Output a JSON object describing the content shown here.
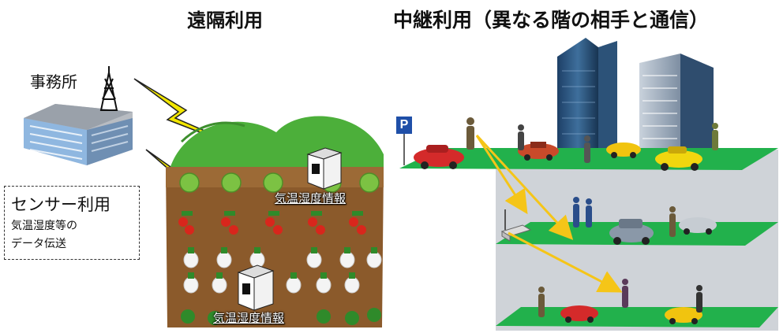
{
  "titles": {
    "remote": "遠隔利用",
    "relay": "中継利用（異なる階の相手と通信）"
  },
  "office": {
    "label": "事務所"
  },
  "sensor_box": {
    "title": "センサー利用",
    "desc_line1": "気温湿度等の",
    "desc_line2": "データ伝送"
  },
  "field": {
    "info_label_1": "気温湿度情報",
    "info_label_2": "気温湿度情報"
  },
  "parking": {
    "sign": "P"
  },
  "colors": {
    "floor_green": "#22b14c",
    "lightning_yellow": "#f2e600",
    "signal_arrow": "#f5c518",
    "soil": "#8b5a2b",
    "hill_green": "#4caf3a"
  }
}
